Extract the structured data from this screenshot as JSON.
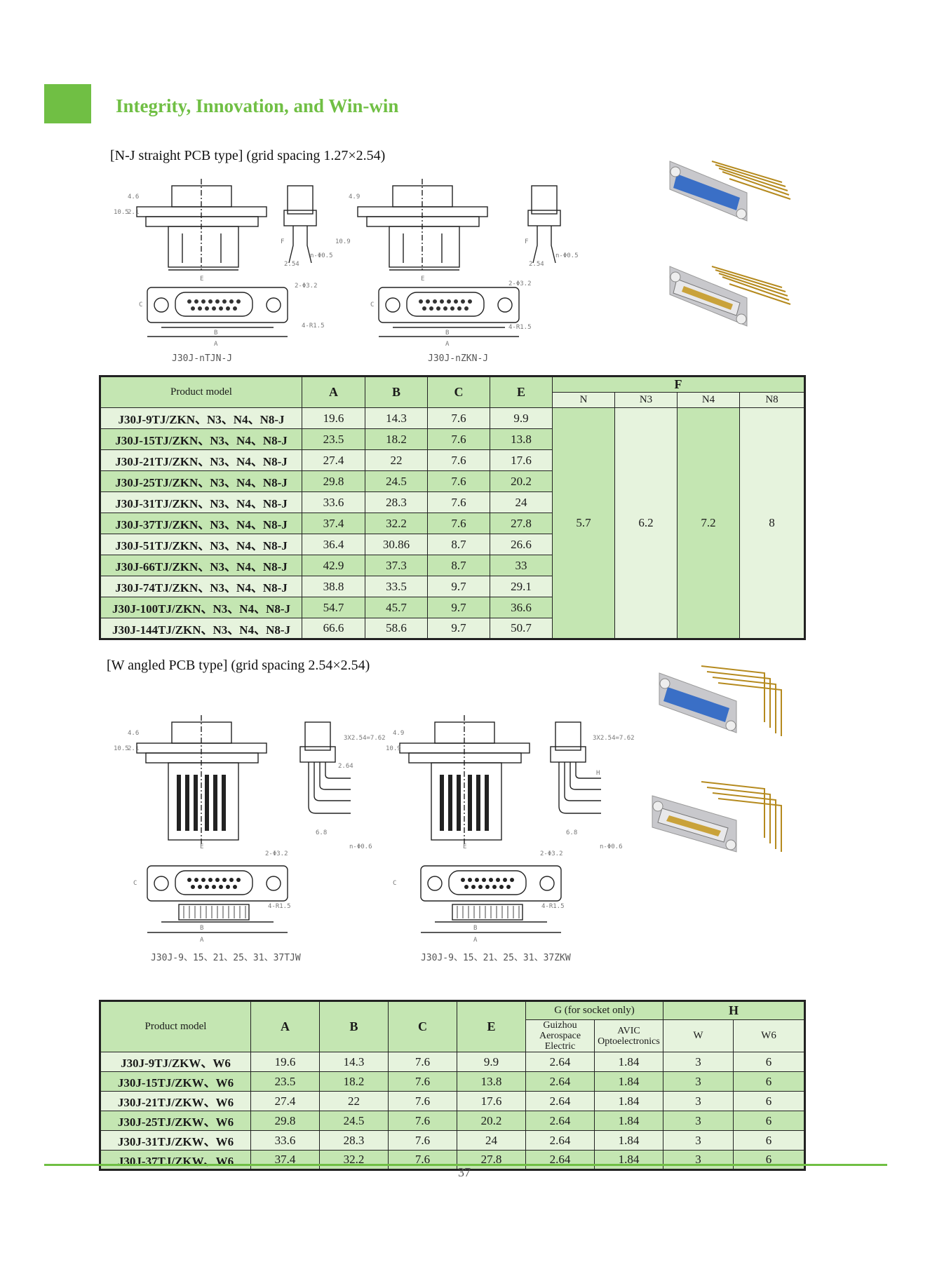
{
  "header": {
    "title": "Integrity, Innovation, and Win-win"
  },
  "section1": {
    "title": "[N-J straight PCB type] (grid spacing 1.27×2.54)",
    "drawing_labels": {
      "left_caption": "J30J-nTJN-J",
      "right_caption": "J30J-nZKN-J",
      "dim_10_5": "10.5",
      "dim_2_1": "2.1",
      "dim_4_6": "4.6",
      "dim_10_9": "10.9",
      "dim_4_9": "4.9",
      "dim_2_54": "2.54",
      "dim_phi05": "n-Φ0.5",
      "dim_2phi32": "2-Φ3.2",
      "dim_4r15": "4-R1.5",
      "lbl_A": "A",
      "lbl_B": "B",
      "lbl_C": "C",
      "lbl_E": "E",
      "lbl_F": "F"
    }
  },
  "table1": {
    "headers": {
      "model": "Product model",
      "a": "A",
      "b": "B",
      "c": "C",
      "e": "E",
      "f": "F",
      "f_sub": [
        "N",
        "N3",
        "N4",
        "N8"
      ]
    },
    "f_values": [
      "5.7",
      "6.2",
      "7.2",
      "8"
    ],
    "rows": [
      [
        "J30J-9TJ/ZKN、N3、N4、N8-J",
        "19.6",
        "14.3",
        "7.6",
        "9.9"
      ],
      [
        "J30J-15TJ/ZKN、N3、N4、N8-J",
        "23.5",
        "18.2",
        "7.6",
        "13.8"
      ],
      [
        "J30J-21TJ/ZKN、N3、N4、N8-J",
        "27.4",
        "22",
        "7.6",
        "17.6"
      ],
      [
        "J30J-25TJ/ZKN、N3、N4、N8-J",
        "29.8",
        "24.5",
        "7.6",
        "20.2"
      ],
      [
        "J30J-31TJ/ZKN、N3、N4、N8-J",
        "33.6",
        "28.3",
        "7.6",
        "24"
      ],
      [
        "J30J-37TJ/ZKN、N3、N4、N8-J",
        "37.4",
        "32.2",
        "7.6",
        "27.8"
      ],
      [
        "J30J-51TJ/ZKN、N3、N4、N8-J",
        "36.4",
        "30.86",
        "8.7",
        "26.6"
      ],
      [
        "J30J-66TJ/ZKN、N3、N4、N8-J",
        "42.9",
        "37.3",
        "8.7",
        "33"
      ],
      [
        "J30J-74TJ/ZKN、N3、N4、N8-J",
        "38.8",
        "33.5",
        "9.7",
        "29.1"
      ],
      [
        "J30J-100TJ/ZKN、N3、N4、N8-J",
        "54.7",
        "45.7",
        "9.7",
        "36.6"
      ],
      [
        "J30J-144TJ/ZKN、N3、N4、N8-J",
        "66.6",
        "58.6",
        "9.7",
        "50.7"
      ]
    ]
  },
  "section2": {
    "title": "[W angled PCB type] (grid spacing 2.54×2.54)",
    "drawing_labels": {
      "left_caption": "J30J-9、15、21、25、31、37TJW",
      "right_caption": "J30J-9、15、21、25、31、37ZKW",
      "dim_10_5": "10.5",
      "dim_2_1": "2.1",
      "dim_4_6": "4.6",
      "dim_10_9": "10.9",
      "dim_4_9": "4.9",
      "dim_2_64": "2.64",
      "dim_3x254": "3X2.54=7.62",
      "dim_6_8": "6.8",
      "dim_phi06": "n-Φ0.6",
      "dim_2phi32": "2-Φ3.2",
      "dim_4r15": "4-R1.5",
      "lbl_A": "A",
      "lbl_B": "B",
      "lbl_C": "C",
      "lbl_E": "E",
      "lbl_H": "H"
    }
  },
  "table2": {
    "headers": {
      "model": "Product model",
      "a": "A",
      "b": "B",
      "c": "C",
      "e": "E",
      "g": "G (for socket only)",
      "g_sub": [
        "Guizhou Aerospace Electric",
        "AVIC Optoelectronics"
      ],
      "h": "H",
      "h_sub": [
        "W",
        "W6"
      ]
    },
    "rows": [
      [
        "J30J-9TJ/ZKW、W6",
        "19.6",
        "14.3",
        "7.6",
        "9.9",
        "2.64",
        "1.84",
        "3",
        "6"
      ],
      [
        "J30J-15TJ/ZKW、W6",
        "23.5",
        "18.2",
        "7.6",
        "13.8",
        "2.64",
        "1.84",
        "3",
        "6"
      ],
      [
        "J30J-21TJ/ZKW、W6",
        "27.4",
        "22",
        "7.6",
        "17.6",
        "2.64",
        "1.84",
        "3",
        "6"
      ],
      [
        "J30J-25TJ/ZKW、W6",
        "29.8",
        "24.5",
        "7.6",
        "20.2",
        "2.64",
        "1.84",
        "3",
        "6"
      ],
      [
        "J30J-31TJ/ZKW、W6",
        "33.6",
        "28.3",
        "7.6",
        "24",
        "2.64",
        "1.84",
        "3",
        "6"
      ],
      [
        "J30J-37TJ/ZKW、W6",
        "37.4",
        "32.2",
        "7.6",
        "27.8",
        "2.64",
        "1.84",
        "3",
        "6"
      ]
    ]
  },
  "footer": {
    "page_number": "37"
  },
  "colors": {
    "accent": "#70bf44",
    "row_green": "#c4e6b2",
    "row_light": "#e6f3dd"
  }
}
